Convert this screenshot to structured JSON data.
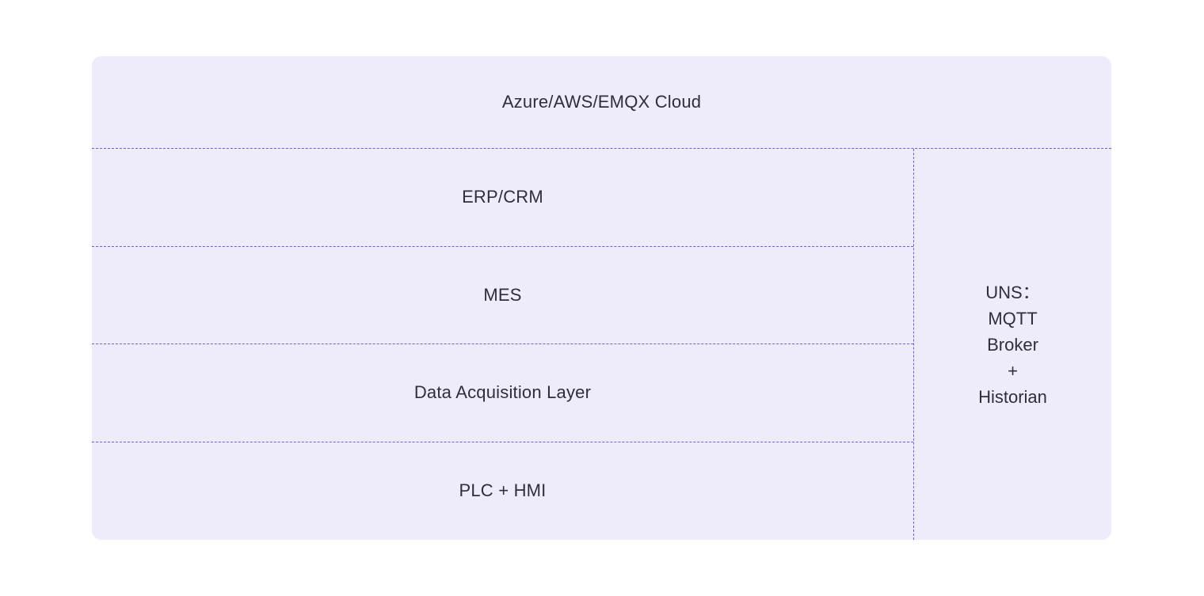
{
  "diagram": {
    "cloud_layer": "Azure/AWS/EMQX Cloud",
    "layers": [
      "ERP/CRM",
      "MES",
      "Data Acquisition Layer",
      "PLC + HMI"
    ],
    "uns": {
      "lines": [
        "UNS：",
        "MQTT",
        "Broker",
        "+",
        "Historian"
      ]
    },
    "colors": {
      "background": "#eeebfb",
      "divider": "#6a5fe0",
      "text": "#2f2f3a"
    }
  }
}
